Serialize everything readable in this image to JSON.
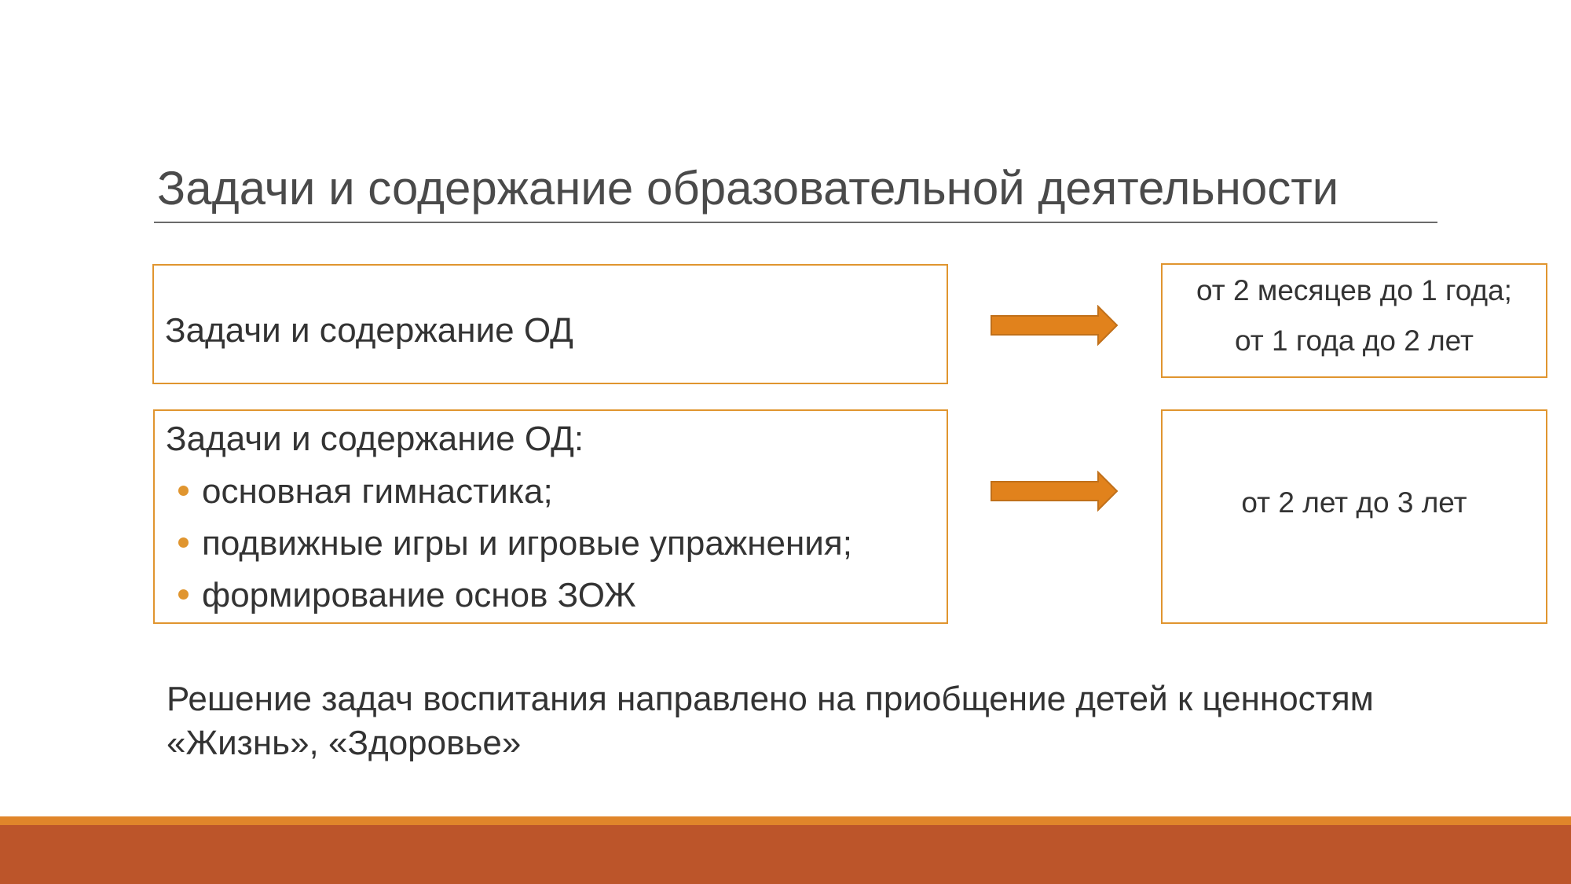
{
  "slide": {
    "title": "Задачи и содержание образовательной деятельности",
    "rows": [
      {
        "tasks_text": "Задачи и содержание ОД",
        "age_lines": [
          "от 2 месяцев до 1 года;",
          "от 1 года до 2 лет"
        ]
      },
      {
        "tasks_heading": "Задачи и содержание ОД:",
        "bullets": [
          "основная гимнастика;",
          "подвижные игры и игровые упражнения;",
          "формирование основ ЗОЖ"
        ],
        "age_lines": [
          "от 2 лет до 3 лет"
        ]
      }
    ],
    "conclusion": {
      "line1": "Решение задач воспитания направлено на приобщение детей к ценностям",
      "line2": "«Жизнь», «Здоровье»"
    }
  },
  "icons": {
    "arrow": "right-arrow-icon",
    "bullet": "bullet-dot-icon"
  },
  "colors": {
    "accent_orange": "#e0952f",
    "arrow_fill": "#e1821c",
    "arrow_stroke": "#c0701a",
    "footer_thin": "#e0852a",
    "footer_band": "#bc552a",
    "text": "#333333",
    "title_text": "#4a4a4a"
  }
}
